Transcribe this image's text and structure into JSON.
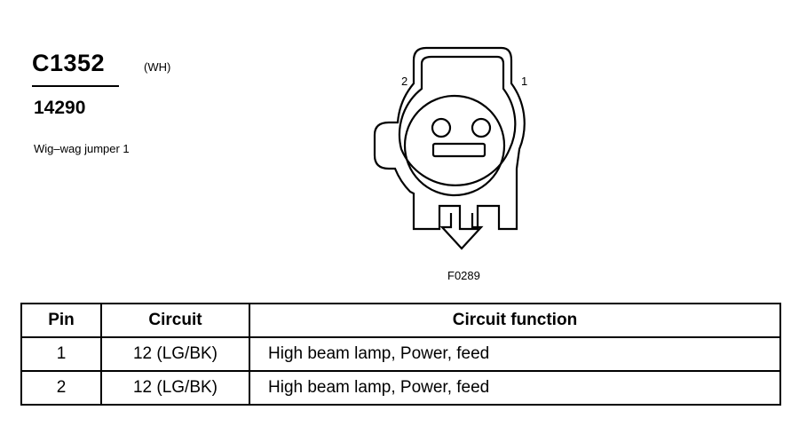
{
  "header": {
    "connector_id": "C1352",
    "color_code": "(WH)",
    "part_number": "14290",
    "description": "Wig–wag jumper 1"
  },
  "diagram": {
    "pin_label_left": "2",
    "pin_label_right": "1",
    "figure_code": "F0289"
  },
  "table": {
    "headers": [
      "Pin",
      "Circuit",
      "Circuit function"
    ],
    "rows": [
      {
        "pin": "1",
        "circuit": "12 (LG/BK)",
        "function": "High beam lamp, Power, feed"
      },
      {
        "pin": "2",
        "circuit": "12 (LG/BK)",
        "function": "High beam lamp, Power, feed"
      }
    ]
  }
}
